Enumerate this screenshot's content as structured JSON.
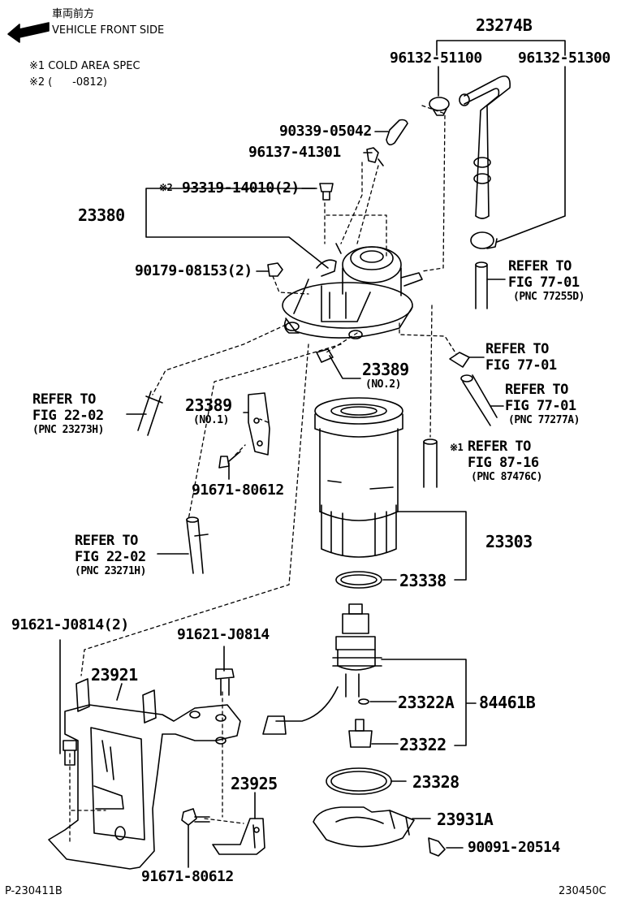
{
  "header": {
    "jp": "車両前方",
    "front": "VEHICLE FRONT SIDE",
    "note1": "※1 COLD AREA SPEC",
    "note2": "※2 (      -0812)"
  },
  "parts": {
    "p23274B": "23274B",
    "p96132_51100": "96132-51100",
    "p96132_51300": "96132-51300",
    "p90339_05042": "90339-05042",
    "p96137_41301": "96137-41301",
    "p93319_prefix": "※2",
    "p93319": "93319-14010(2)",
    "p23380": "23380",
    "p90179": "90179-08153(2)",
    "p23389a": "23389",
    "p23389a_no": "(NO.2)",
    "p23389b": "23389",
    "p23389b_no": "(NO.1)",
    "p91671_top": "91671-80612",
    "p23303": "23303",
    "p23338": "23338",
    "p91621_2": "91621-J0814(2)",
    "p91621": "91621-J0814",
    "p23921": "23921",
    "p23322A": "23322A",
    "p84461B": "84461B",
    "p23322": "23322",
    "p23925": "23925",
    "p23328": "23328",
    "p23931A": "23931A",
    "p90091": "90091-20514",
    "p91671_bot": "91671-80612"
  },
  "refs": {
    "r1": {
      "l1": "REFER TO",
      "l2": "FIG 77-01",
      "l3": "(PNC 77255D)"
    },
    "r2": {
      "l1": "REFER TO",
      "l2": "FIG 77-01"
    },
    "r3": {
      "l1": "REFER TO",
      "l2": "FIG 77-01",
      "l3": "(PNC 77277A)"
    },
    "r4": {
      "prefix": "※1",
      "l1": "REFER TO",
      "l2": "FIG 87-16",
      "l3": "(PNC 87476C)"
    },
    "r5": {
      "l1": "REFER TO",
      "l2": "FIG 22-02",
      "l3": "(PNC 23273H)"
    },
    "r6": {
      "l1": "REFER TO",
      "l2": "FIG 22-02",
      "l3": "(PNC 23271H)"
    }
  },
  "footer": {
    "left": "P-230411B",
    "right": "230450C"
  }
}
